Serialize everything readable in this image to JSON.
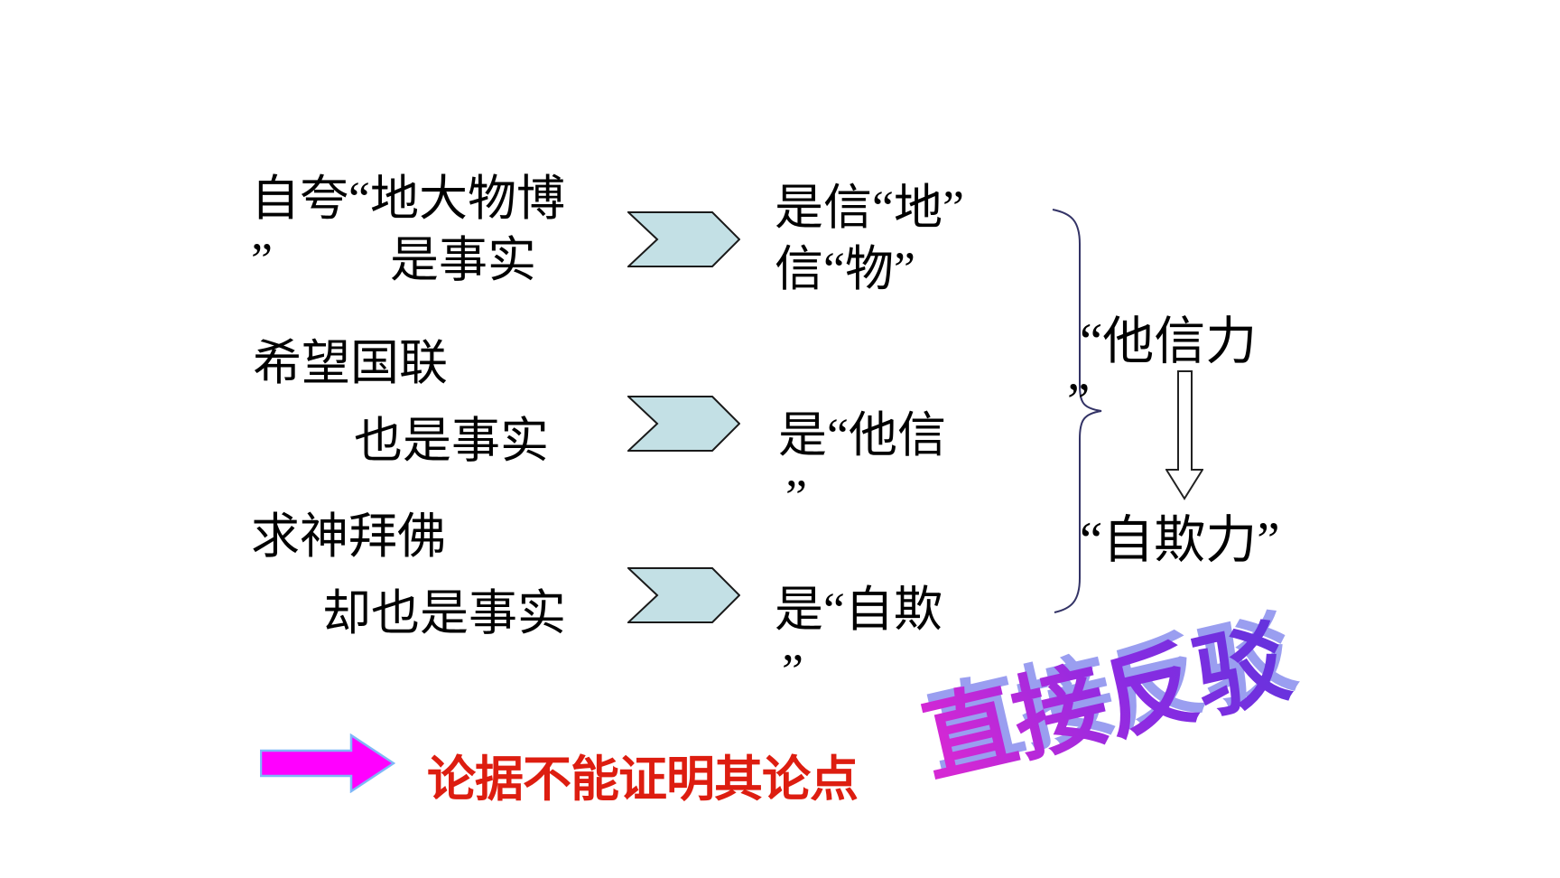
{
  "slide": {
    "rows": [
      {
        "left": {
          "line1": "自夸“地大物博",
          "line2_hang": "”",
          "line2": "是事实"
        },
        "right": {
          "line1": "是信“地”",
          "line2": "信“物”"
        }
      },
      {
        "left": {
          "line1": "希望国联",
          "line2": "也是事实"
        },
        "right": {
          "line1": "是“他信",
          "line2": "”"
        }
      },
      {
        "left": {
          "line1": "求神拜佛",
          "line2": "却也是事实"
        },
        "right": {
          "line1": "是“自欺",
          "line2": "”"
        }
      }
    ],
    "grouping": {
      "taxinli_line1": "“他信力",
      "taxinli_line2": "”",
      "ziqili": "“自欺力”"
    },
    "footer": {
      "legend": "论据不能证明其论点",
      "wordart": "直接反驳"
    },
    "colors": {
      "chevron_fill": "#c3e0e5",
      "chevron_stroke": "#1a1a1a",
      "brace_stroke": "#333366",
      "legend_red": "#dd1d10",
      "arrow_magenta": "#ff00ff",
      "arrow_outline_blue": "#7fb7f7",
      "down_arrow_fill": "#ffffff",
      "down_arrow_stroke": "#222222",
      "wordart_gradient_start": "#d428d4",
      "wordart_gradient_end": "#6633dd",
      "wordart_shadow": "#9a9ef0"
    }
  }
}
